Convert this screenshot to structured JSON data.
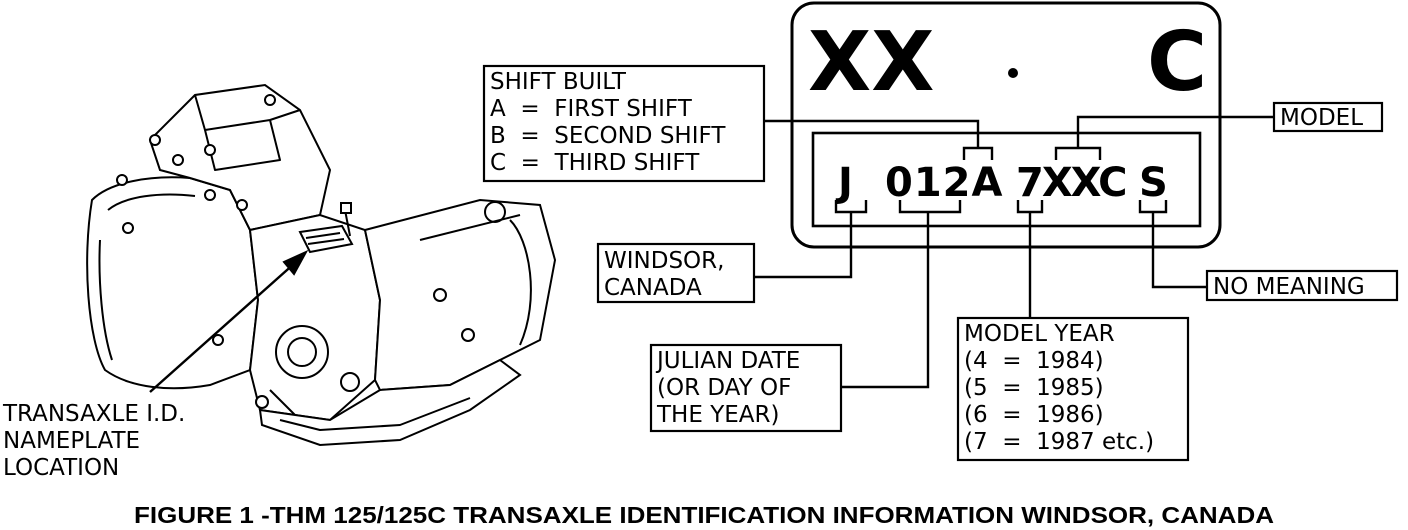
{
  "plate": {
    "top_left": "XX",
    "dot": "•",
    "top_right": "C",
    "code_plant": "J",
    "code_date_shift": "012A",
    "code_model": "7XXC",
    "code_last": "S"
  },
  "labels": {
    "shift_built": [
      "SHIFT BUILT",
      "A  =  FIRST SHIFT",
      "B  =  SECOND SHIFT",
      "C  =  THIRD SHIFT"
    ],
    "model": "MODEL",
    "windsor": [
      "WINDSOR,",
      "CANADA"
    ],
    "no_meaning": "NO MEANING",
    "model_year": [
      "MODEL YEAR",
      "(4  =  1984)",
      "(5  =  1985)",
      "(6  =  1986)",
      "(7  =  1987 etc.)"
    ],
    "julian_date": [
      "JULIAN DATE",
      "(OR DAY OF",
      "THE YEAR)"
    ],
    "transaxle": [
      "TRANSAXLE I.D.",
      "NAMEPLATE",
      "LOCATION"
    ]
  },
  "caption": "FIGURE 1 -THM 125/125C TRANSAXLE IDENTIFICATION INFORMATION WINDSOR, CANADA"
}
